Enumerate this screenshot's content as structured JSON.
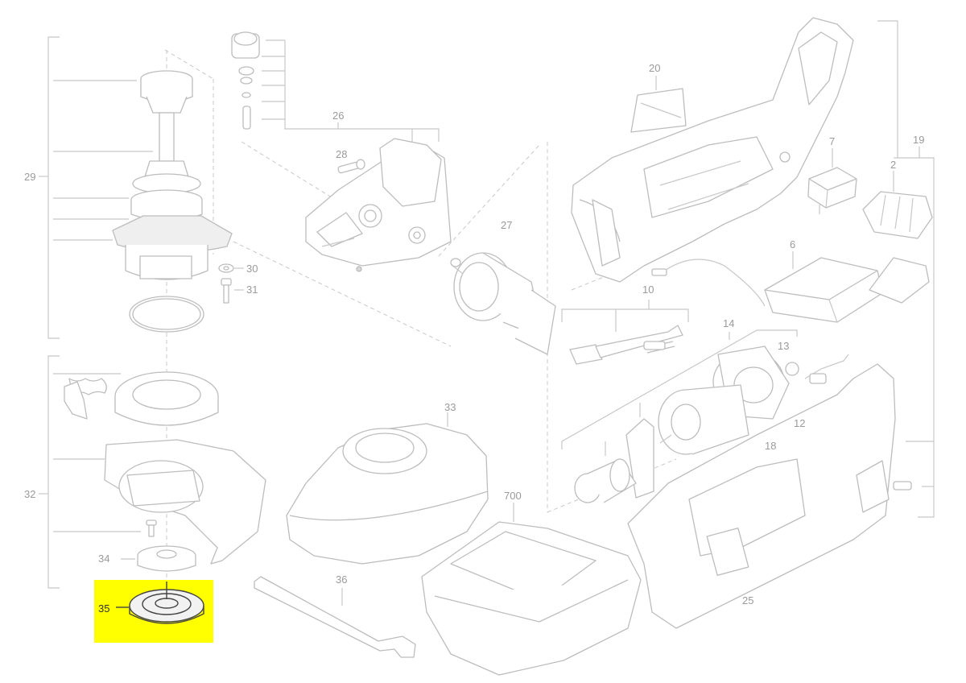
{
  "diagram": {
    "highlight_color": "#ffff00",
    "highlighted_part": "35",
    "callouts": {
      "c29": "29",
      "c26": "26",
      "c28": "28",
      "c27": "27",
      "c30": "30",
      "c31": "31",
      "c20": "20",
      "c19": "19",
      "c7": "7",
      "c2": "2",
      "c6": "6",
      "c10": "10",
      "c14": "14",
      "c13": "13",
      "c12": "12",
      "c18": "18",
      "c32": "32",
      "c33": "33",
      "c34": "34",
      "c35": "35",
      "c36": "36",
      "c700": "700",
      "c25": "25"
    }
  }
}
